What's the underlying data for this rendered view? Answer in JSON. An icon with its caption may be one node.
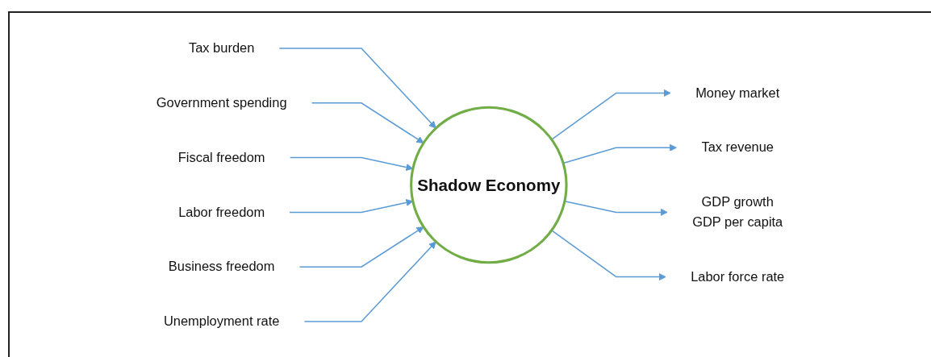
{
  "diagram": {
    "nodes": [
      {
        "text": [
          "Tax burden"
        ]
      },
      {
        "text": [
          "Government spending"
        ]
      },
      {
        "text": [
          "Fiscal freedom"
        ]
      },
      {
        "text": [
          "Labor freedom"
        ]
      },
      {
        "text": [
          "Business freedom"
        ]
      },
      {
        "text": [
          "Unemployment rate"
        ]
      },
      {
        "text": [
          "Shadow Economy"
        ]
      },
      {
        "text": [
          "Money market"
        ]
      },
      {
        "text": [
          "Tax revenue"
        ]
      },
      {
        "text": [
          "GDP growth",
          "GDP per capita"
        ]
      },
      {
        "text": [
          "Labor force rate"
        ]
      }
    ],
    "edges": [
      {
        "from": 0,
        "to": 6,
        "arrow": "to"
      },
      {
        "from": 1,
        "to": 6,
        "arrow": "to"
      },
      {
        "from": 2,
        "to": 6,
        "arrow": "to"
      },
      {
        "from": 3,
        "to": 6,
        "arrow": "to"
      },
      {
        "from": 4,
        "to": 6,
        "arrow": "to"
      },
      {
        "from": 5,
        "to": 6,
        "arrow": "to"
      },
      {
        "from": 6,
        "to": 7,
        "arrow": "to"
      },
      {
        "from": 6,
        "to": 8,
        "arrow": "to"
      },
      {
        "from": 6,
        "to": 9,
        "arrow": "to"
      },
      {
        "from": 6,
        "to": 10,
        "arrow": "to"
      }
    ]
  }
}
